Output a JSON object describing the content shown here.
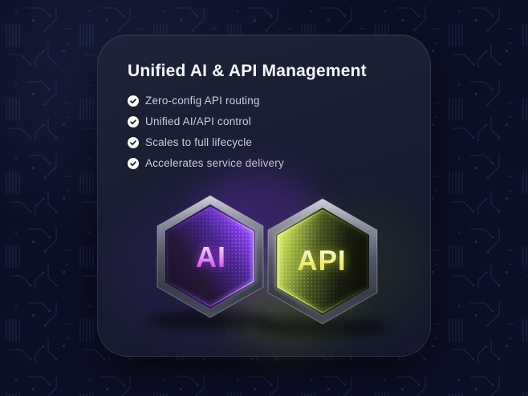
{
  "card": {
    "title": "Unified AI & API Management",
    "features": [
      {
        "label": "Zero-config API routing"
      },
      {
        "label": "Unified AI/API control"
      },
      {
        "label": "Scales to full lifecycle"
      },
      {
        "label": "Accelerates service delivery"
      }
    ],
    "hexagons": [
      {
        "label": "AI",
        "accent": "#b44ee8"
      },
      {
        "label": "API",
        "accent": "#e0e44e"
      }
    ]
  },
  "colors": {
    "background": "#0c1024",
    "card_background": "#181d30",
    "circuit_trace": "#26305a",
    "title_text": "#f7f8fb",
    "feature_text": "#c9cfdb",
    "check_icon": "#ffffff",
    "ai_glow": "#8a3fe0",
    "api_glow": "#c2d44e"
  }
}
